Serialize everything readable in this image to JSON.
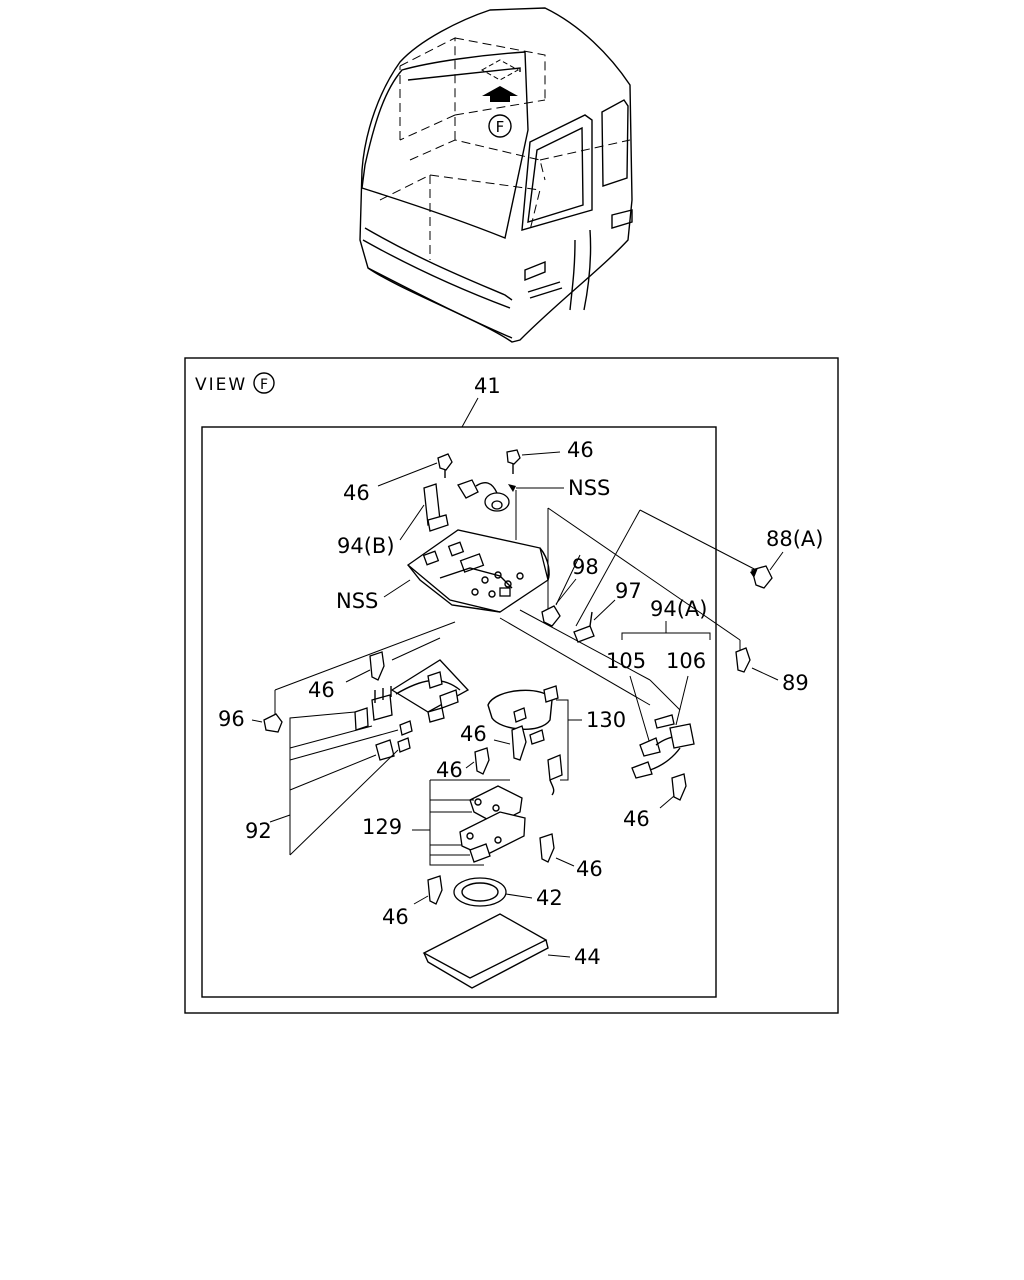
{
  "view": {
    "title": "VIEW",
    "marker": "F"
  },
  "top_marker": "F",
  "labels": {
    "l41": "41",
    "l46_a": "46",
    "l46_b": "46",
    "nss_a": "NSS",
    "l94b": "94(B)",
    "nss_b": "NSS",
    "l88a": "88(A)",
    "l98": "98",
    "l97": "97",
    "l94a": "94(A)",
    "l105": "105",
    "l106": "106",
    "l89": "89",
    "l46_c": "46",
    "l96": "96",
    "l130": "130",
    "l46_d": "46",
    "l46_e": "46",
    "l92": "92",
    "l129": "129",
    "l46_f": "46",
    "l46_g": "46",
    "l46_h": "46",
    "l42": "42",
    "l44": "44"
  }
}
